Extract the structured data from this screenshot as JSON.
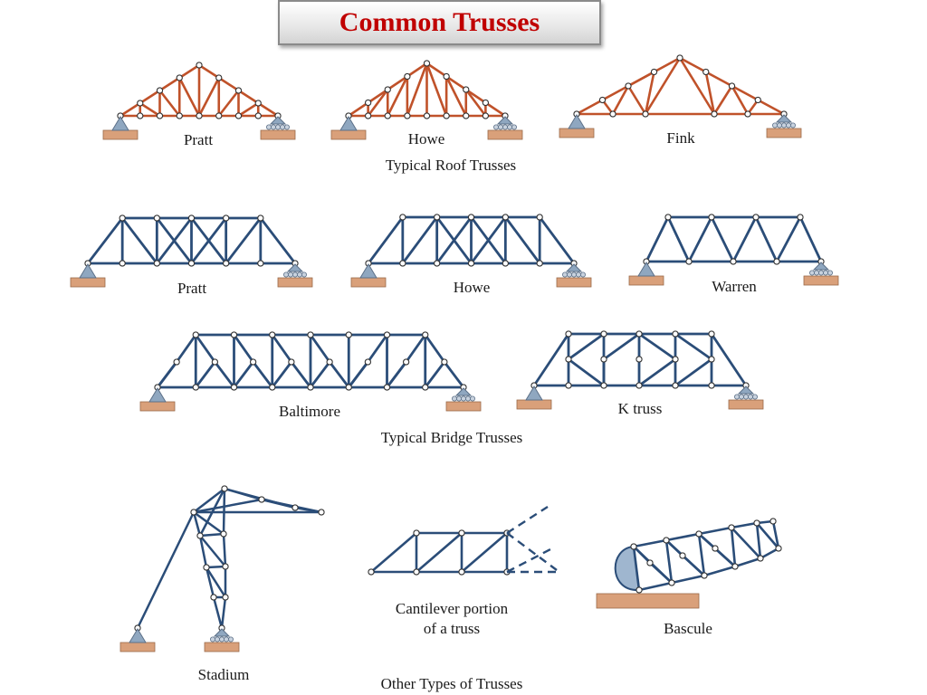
{
  "title": "Common Trusses",
  "colors": {
    "title": "#c00000",
    "roof_members": "#c0522a",
    "bridge_members": "#2b4d78",
    "support_fill": "#8fa7c0",
    "ground_fill": "#d9a07a"
  },
  "roof": {
    "pratt": "Pratt",
    "howe": "Howe",
    "fink": "Fink",
    "caption": "Typical Roof Trusses"
  },
  "bridge": {
    "pratt": "Pratt",
    "howe": "Howe",
    "warren": "Warren",
    "baltimore": "Baltimore",
    "ktruss": "K truss",
    "caption": "Typical Bridge Trusses"
  },
  "other": {
    "stadium": "Stadium",
    "cantilever_1": "Cantilever portion",
    "cantilever_2": "of a truss",
    "bascule": "Bascule",
    "caption": "Other Types of Trusses"
  }
}
